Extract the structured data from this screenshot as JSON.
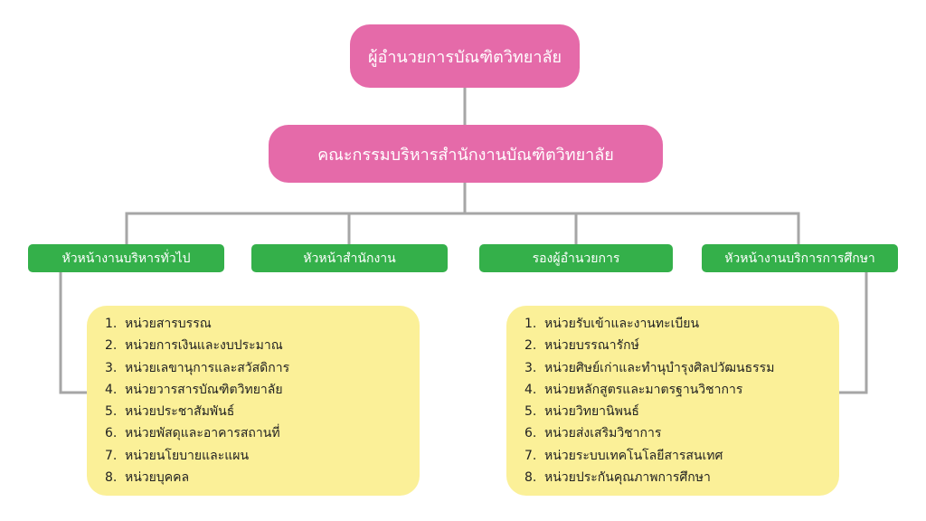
{
  "director": "ผู้อำนวยการบัณฑิตวิทยาลัย",
  "committee": "คณะกรรมบริหารสำนักงานบัณฑิตวิทยาลัย",
  "heads": [
    "หัวหน้างานบริหารทั่วไป",
    "หัวหน้าสำนักงาน",
    "รองผู้อำนวยการ",
    "หัวหน้างานบริการการศึกษา"
  ],
  "left_units": [
    {
      "num": "1.",
      "label": "หน่วยสารบรรณ"
    },
    {
      "num": "2.",
      "label": "หน่วยการเงินและงบประมาณ"
    },
    {
      "num": "3.",
      "label": "หน่วยเลขานุการและสวัสดิการ"
    },
    {
      "num": "4.",
      "label": "หน่วยวารสารบัณฑิตวิทยาลัย"
    },
    {
      "num": "5.",
      "label": "หน่วยประชาสัมพันธ์"
    },
    {
      "num": "6.",
      "label": "หน่วยพัสดุและอาคารสถานที่"
    },
    {
      "num": "7.",
      "label": "หน่วยนโยบายและแผน"
    },
    {
      "num": "8.",
      "label": "หน่วยบุคคล"
    }
  ],
  "right_units": [
    {
      "num": "1.",
      "label": "หน่วยรับเข้าและงานทะเบียน"
    },
    {
      "num": "2.",
      "label": "หน่วยบรรณารักษ์"
    },
    {
      "num": "3.",
      "label": "หน่วยศิษย์เก่าและทำนุบำรุงศิลปวัฒนธรรม"
    },
    {
      "num": "4.",
      "label": "หน่วยหลักสูตรและมาตรฐานวิชาการ"
    },
    {
      "num": "5.",
      "label": "หน่วยวิทยานิพนธ์"
    },
    {
      "num": "6.",
      "label": "หน่วยส่งเสริมวิชาการ"
    },
    {
      "num": "7.",
      "label": "หน่วยระบบเทคโนโลยีสารสนเทศ"
    },
    {
      "num": "8.",
      "label": "หน่วยประกันคุณภาพการศึกษา"
    }
  ],
  "colors": {
    "pink": "#e56aa9",
    "green": "#34b04a",
    "yellow": "#fbf098",
    "connector": "#a6a6a6"
  }
}
